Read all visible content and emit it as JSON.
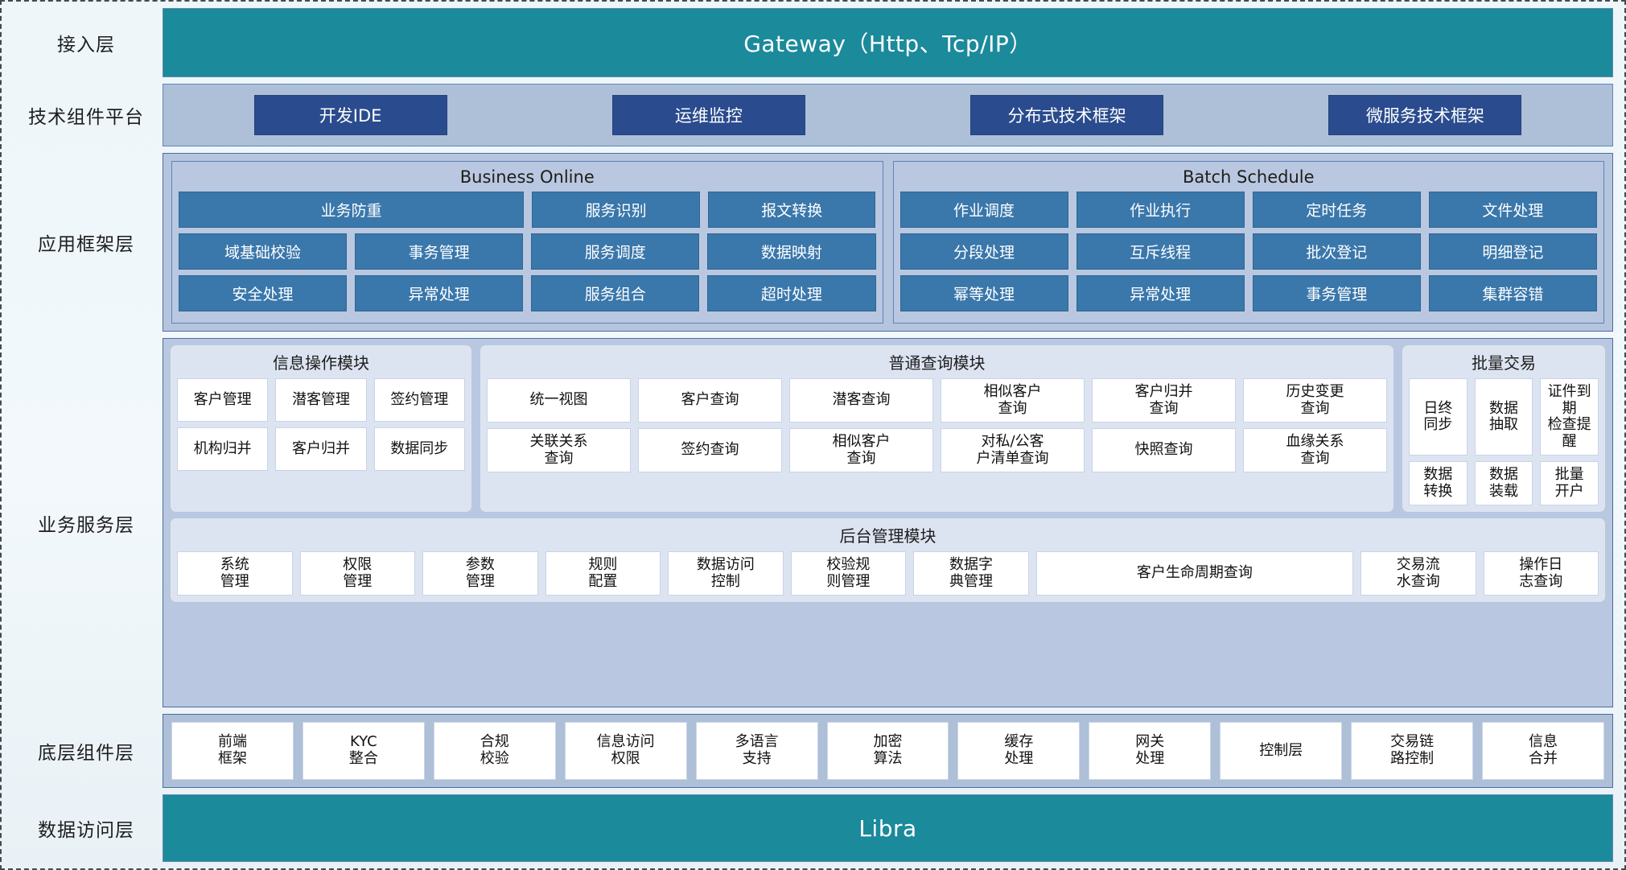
{
  "layers": [
    {
      "label": "接入层",
      "type": "teal",
      "title": "Gateway（Http、Tcp/IP）"
    },
    {
      "label": "技术组件平台",
      "type": "tech",
      "chips": [
        "开发IDE",
        "运维监控",
        "分布式技术框架",
        "微服务技术框架"
      ]
    },
    {
      "label": "应用框架层",
      "type": "app",
      "groups": [
        {
          "title": "Business Online",
          "rows": [
            [
              {
                "text": "业务防重",
                "span": 2
              },
              {
                "text": "服务识别"
              },
              {
                "text": "报文转换"
              }
            ],
            [
              {
                "text": "域基础校验"
              },
              {
                "text": "事务管理"
              },
              {
                "text": "服务调度"
              },
              {
                "text": "数据映射"
              }
            ],
            [
              {
                "text": "安全处理"
              },
              {
                "text": "异常处理"
              },
              {
                "text": "服务组合"
              },
              {
                "text": "超时处理"
              }
            ]
          ]
        },
        {
          "title": "Batch Schedule",
          "rows": [
            [
              {
                "text": "作业调度"
              },
              {
                "text": "作业执行"
              },
              {
                "text": "定时任务"
              },
              {
                "text": "文件处理"
              }
            ],
            [
              {
                "text": "分段处理"
              },
              {
                "text": "互斥线程"
              },
              {
                "text": "批次登记"
              },
              {
                "text": "明细登记"
              }
            ],
            [
              {
                "text": "幂等处理"
              },
              {
                "text": "异常处理"
              },
              {
                "text": "事务管理"
              },
              {
                "text": "集群容错"
              }
            ]
          ]
        }
      ]
    },
    {
      "label": "业务服务层",
      "type": "business",
      "groups": [
        {
          "title": "信息操作模块",
          "rows": [
            [
              "客户管理",
              "潜客管理",
              "签约管理"
            ],
            [
              "机构归并",
              "客户归并",
              "数据同步"
            ]
          ]
        },
        {
          "title": "普通查询模块",
          "rows": [
            [
              "统一视图",
              "客户查询",
              "潜客查询",
              "相似客户\n查询",
              "客户归并\n查询",
              "历史变更\n查询"
            ],
            [
              "关联关系\n查询",
              "签约查询",
              "相似客户\n查询",
              "对私/公客\n户清单查询",
              "快照查询",
              "血缘关系\n查询"
            ]
          ]
        },
        {
          "title": "批量交易",
          "rows": [
            [
              "日终\n同步",
              "数据\n抽取",
              "证件到期\n检查提醒"
            ],
            [
              "数据\n转换",
              "数据\n装载",
              "批量\n开户"
            ]
          ]
        }
      ],
      "admin": {
        "title": "后台管理模块",
        "items": [
          {
            "text": "系统\n管理"
          },
          {
            "text": "权限\n管理"
          },
          {
            "text": "参数\n管理"
          },
          {
            "text": "规则\n配置"
          },
          {
            "text": "数据访问\n控制"
          },
          {
            "text": "校验规\n则管理"
          },
          {
            "text": "数据字\n典管理"
          },
          {
            "text": "客户生命周期查询",
            "wide": true
          },
          {
            "text": "交易流\n水查询"
          },
          {
            "text": "操作日\n志查询"
          }
        ]
      }
    },
    {
      "label": "底层组件层",
      "type": "components",
      "items": [
        "前端\n框架",
        "KYC\n整合",
        "合规\n校验",
        "信息访问\n权限",
        "多语言\n支持",
        "加密\n算法",
        "缓存\n处理",
        "网关\n处理",
        "控制层",
        "交易链\n路控制",
        "信息\n合并"
      ]
    },
    {
      "label": "数据访问层",
      "type": "teal",
      "title": "Libra"
    }
  ],
  "colors": {
    "teal": "#1b8a9b",
    "tech_chip": "#2a4c8e",
    "app_cell": "#3a77ab",
    "band_blue": "#aebfd8",
    "group_light": "#dde4f1",
    "cell_white": "#ffffff"
  }
}
